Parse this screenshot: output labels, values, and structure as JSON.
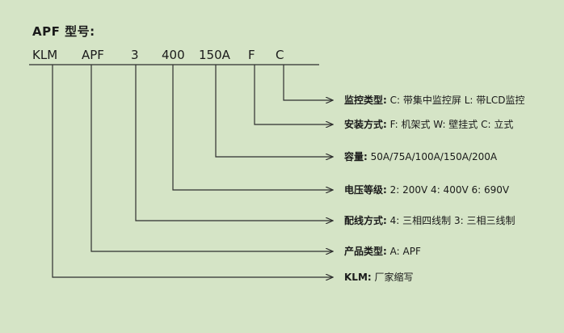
{
  "diagram": {
    "heading": "APF 型号:",
    "code_parts": [
      "KLM",
      "APF",
      "3",
      "400",
      "150A",
      "F",
      "C"
    ],
    "rows": [
      {
        "label": "监控类型:",
        "desc": "C: 带集中监控屏  L: 带LCD监控"
      },
      {
        "label": "安装方式:",
        "desc": "F: 机架式  W: 壁挂式  C: 立式"
      },
      {
        "label": "容量:",
        "desc": "50A/75A/100A/150A/200A"
      },
      {
        "label": "电压等级:",
        "desc": "2: 200V  4: 400V  6: 690V"
      },
      {
        "label": "配线方式:",
        "desc": "4: 三相四线制  3: 三相三线制"
      },
      {
        "label": "产品类型:",
        "desc": "A: APF"
      },
      {
        "label": "KLM:",
        "desc": "厂家缩写"
      }
    ],
    "colors": {
      "background": "#d5e4c6",
      "connector": "#2f2f2f",
      "text": "#1b1b1b"
    }
  }
}
